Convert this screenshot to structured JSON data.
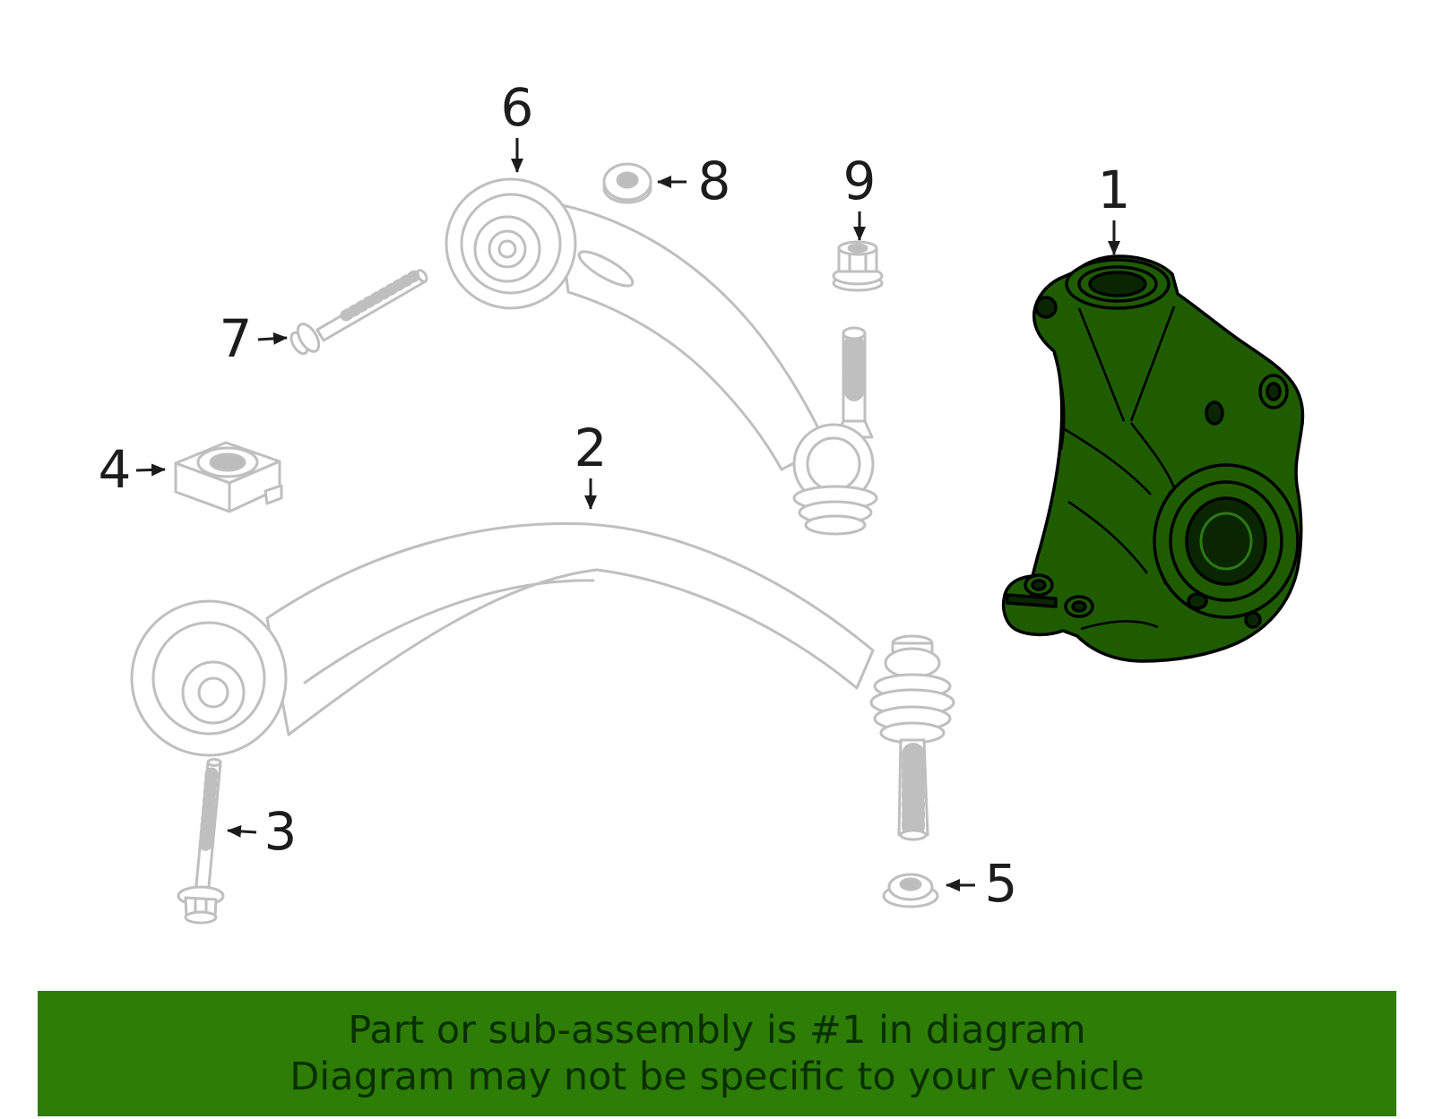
{
  "diagram": {
    "callouts": [
      {
        "label": "1"
      },
      {
        "label": "2"
      },
      {
        "label": "3"
      },
      {
        "label": "4"
      },
      {
        "label": "5"
      },
      {
        "label": "6"
      },
      {
        "label": "7"
      },
      {
        "label": "8"
      },
      {
        "label": "9"
      }
    ],
    "highlighted_callout": "1"
  },
  "banner": {
    "line1": "Part or sub-assembly is #1 in diagram",
    "line2": "Diagram may not be specific to your vehicle"
  },
  "colors": {
    "highlight_green": "#1f5c00",
    "banner_green": "#2e7d06",
    "banner_text": "#0a2f00",
    "line_art_gray": "#bfbfbf",
    "callout_text": "#1c1c1c"
  }
}
